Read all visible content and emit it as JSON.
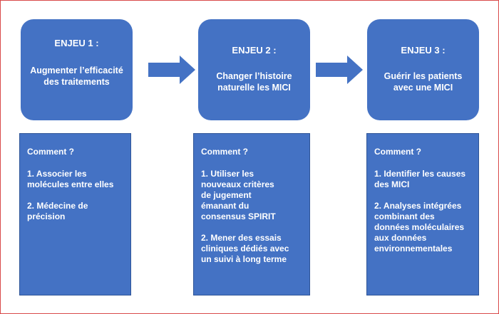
{
  "challenges": [
    {
      "title": "ENJEU 1 :",
      "description": "Augmenter l’efficacité des traitements",
      "question": "Comment ?",
      "items": [
        "1. Associer les molécules entre elles",
        "2. Médecine de précision"
      ]
    },
    {
      "title": "ENJEU 2 :",
      "description": "Changer l’histoire naturelle les MICI",
      "question": "Comment ?",
      "items": [
        "1. Utiliser les nouveaux critères de jugement émanant du consensus SPIRIT",
        "2. Mener des essais cliniques dédiés avec un suivi à long terme"
      ]
    },
    {
      "title": "ENJEU 3 :",
      "description": "Guérir les patients avec une MICI",
      "question": "Comment ?",
      "items": [
        "1. Identifier les causes des MICI",
        "2. Analyses intégrées combinant des données moléculaires aux données environnementales"
      ]
    }
  ],
  "colors": {
    "box": "#4472c4",
    "border": "#2f5597",
    "frame": "#d94a4a",
    "text": "#ffffff"
  }
}
